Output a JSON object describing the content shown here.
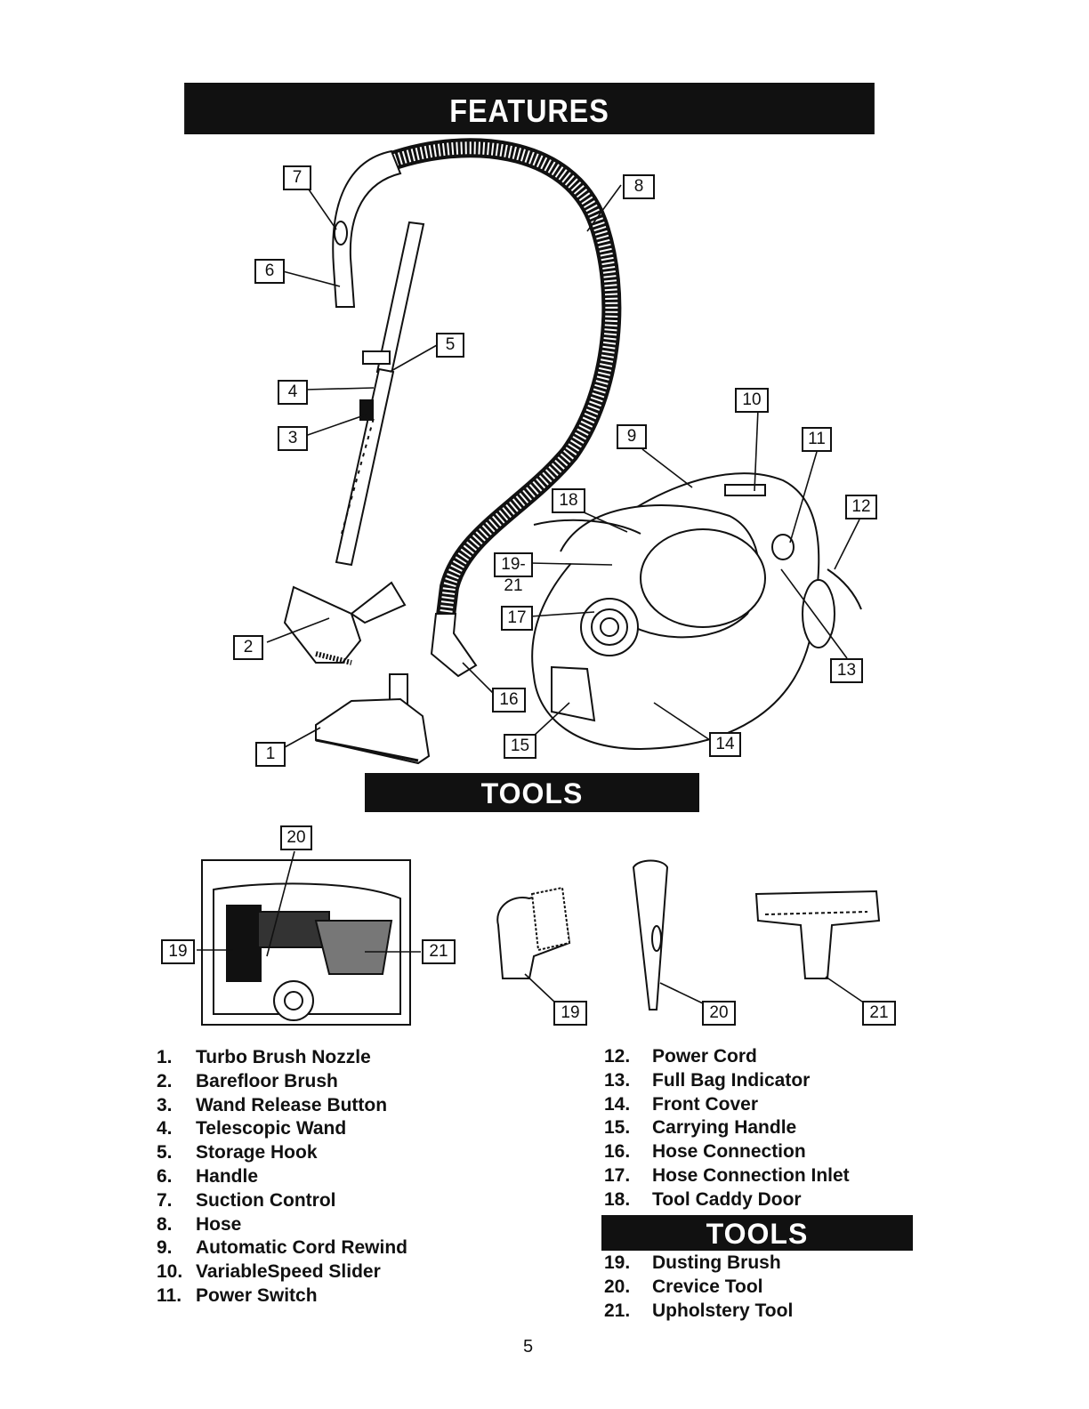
{
  "banners": {
    "features": "FEATURES",
    "tools": "TOOLS",
    "tools_list": "TOOLS"
  },
  "callouts": {
    "c1": "1",
    "c2": "2",
    "c3": "3",
    "c4": "4",
    "c5": "5",
    "c6": "6",
    "c7": "7",
    "c8": "8",
    "c9": "9",
    "c10": "10",
    "c11": "11",
    "c12": "12",
    "c13": "13",
    "c14": "14",
    "c15": "15",
    "c16": "16",
    "c17": "17",
    "c18": "18",
    "c19_21": "19-21",
    "t19a": "19",
    "t20a": "20",
    "t21a": "21",
    "t19b": "19",
    "t20b": "20",
    "t21b": "21"
  },
  "parts_left": [
    {
      "num": "1.",
      "label": "Turbo Brush Nozzle"
    },
    {
      "num": "2.",
      "label": "Barefloor Brush"
    },
    {
      "num": "3.",
      "label": "Wand Release Button"
    },
    {
      "num": "4.",
      "label": "Telescopic Wand"
    },
    {
      "num": "5.",
      "label": "Storage Hook"
    },
    {
      "num": "6.",
      "label": "Handle"
    },
    {
      "num": "7.",
      "label": "Suction Control"
    },
    {
      "num": "8.",
      "label": "Hose"
    },
    {
      "num": "9.",
      "label": "Automatic Cord Rewind"
    },
    {
      "num": "10.",
      "label": "VariableSpeed Slider"
    },
    {
      "num": "11.",
      "label": "Power Switch"
    }
  ],
  "parts_right": [
    {
      "num": "12.",
      "label": "Power Cord"
    },
    {
      "num": "13.",
      "label": "Full Bag Indicator"
    },
    {
      "num": "14.",
      "label": "Front Cover"
    },
    {
      "num": "15.",
      "label": "Carrying Handle"
    },
    {
      "num": "16.",
      "label": "Hose Connection"
    },
    {
      "num": "17.",
      "label": "Hose Connection Inlet"
    },
    {
      "num": "18.",
      "label": "Tool Caddy Door"
    }
  ],
  "tools_list": [
    {
      "num": "19.",
      "label": "Dusting Brush"
    },
    {
      "num": "20.",
      "label": "Crevice Tool"
    },
    {
      "num": "21.",
      "label": "Upholstery Tool"
    }
  ],
  "page_number": "5"
}
